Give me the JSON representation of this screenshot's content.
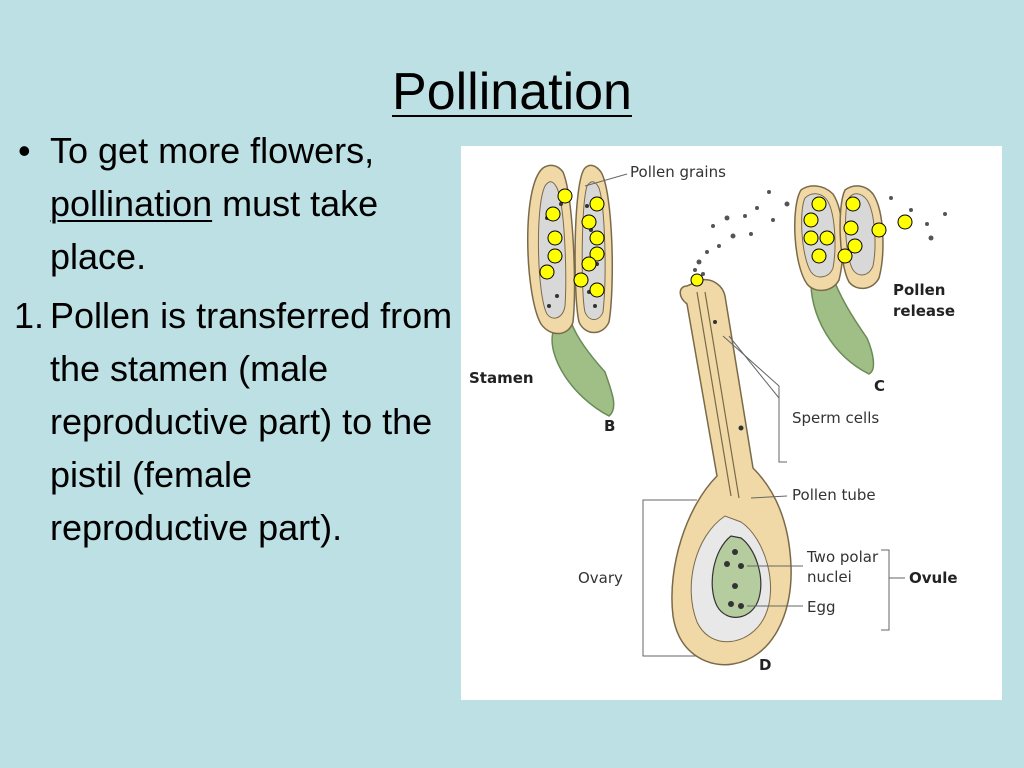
{
  "title": "Pollination",
  "bullets": {
    "item1_prefix": "To get more flowers, ",
    "item1_underlined": "pollination",
    "item1_suffix": " must take place.",
    "bullet_symbol": "•",
    "item2_number": "1.",
    "item2_text": "Pollen is transferred from the stamen (male reproductive part) to the pistil (female reproductive part)."
  },
  "diagram": {
    "labels": {
      "pollen_grains": "Pollen grains",
      "pollen_release_1": "Pollen",
      "pollen_release_2": "release",
      "stamen": "Stamen",
      "b": "B",
      "c": "C",
      "d": "D",
      "sperm_cells": "Sperm cells",
      "pollen_tube": "Pollen tube",
      "two_polar_1": "Two polar",
      "two_polar_2": "nuclei",
      "ovary": "Ovary",
      "ovule": "Ovule",
      "egg": "Egg"
    },
    "colors": {
      "tan": "#f0d9a6",
      "tan_outline": "#7a6a4a",
      "stem_green": "#9fbf86",
      "sac_gray": "#d8d8d8",
      "pollen_yellow": "#ffff00",
      "background": "#bce0e4"
    }
  }
}
